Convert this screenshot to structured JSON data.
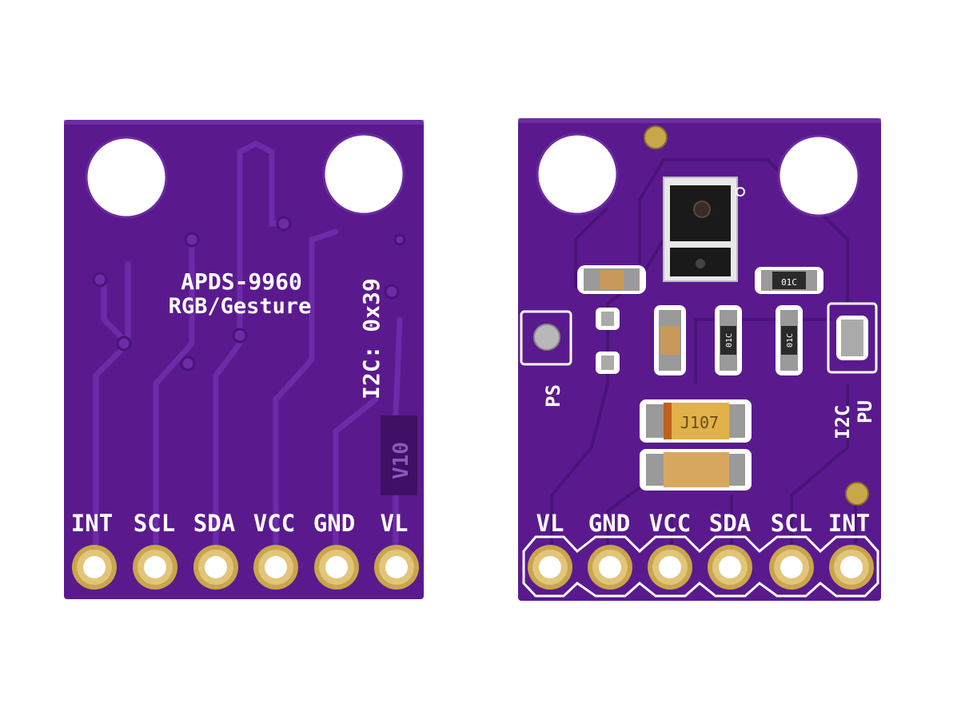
{
  "colors": {
    "board": "#5a1a8e",
    "board_dark": "#4a1378",
    "trace": "#6a2aa3",
    "gold": "#c8a64a",
    "silkscreen": "#ffffff",
    "background": "#ffffff"
  },
  "back_board": {
    "title_line1": "APDS-9960",
    "title_line2": "RGB/Gesture",
    "i2c_label": "I2C: 0x39",
    "version_label": "V10",
    "pins": [
      "INT",
      "SCL",
      "SDA",
      "VCC",
      "GND",
      "VL"
    ]
  },
  "front_board": {
    "label_ps": "PS",
    "label_i2c_pu_line1": "I2C",
    "label_i2c_pu_line2": "PU",
    "capacitor_code": "J107",
    "resistor_code": "01C",
    "pins": [
      "VL",
      "GND",
      "VCC",
      "SDA",
      "SCL",
      "INT"
    ]
  }
}
